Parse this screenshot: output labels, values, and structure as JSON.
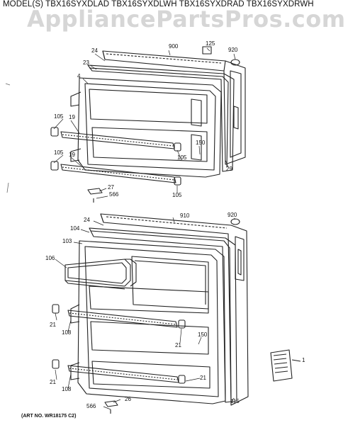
{
  "header": {
    "models": "MODEL(S) TBX16SYXDLAD  TBX16SYXDLWH  TBX16SYXDRAD  TBX16SYXDRWH"
  },
  "watermark": "AppliancePartsPros.com",
  "art_number": "(ART NO. WR18175 C2)",
  "callouts": {
    "c900": "900",
    "c125": "125",
    "c920_top": "920",
    "c24_top": "24",
    "c23": "23",
    "c4": "4",
    "c105_a": "105",
    "c19_a": "19",
    "c105_b": "105",
    "c19_b": "19",
    "c150_top": "150",
    "c105_c": "105",
    "c29": "29",
    "c27": "27",
    "c566_top": "566",
    "c105_d": "105",
    "c910": "910",
    "c920_bot": "920",
    "c24_bot": "24",
    "c104": "104",
    "c103": "103",
    "c106": "106",
    "c21_a": "21",
    "c108_a": "108",
    "c150_bot": "150",
    "c21_b": "21",
    "c21_c": "21",
    "c108_b": "108",
    "c21_d": "21",
    "c1": "1",
    "c26": "26",
    "c566_bot": "566",
    "c115": "115"
  }
}
